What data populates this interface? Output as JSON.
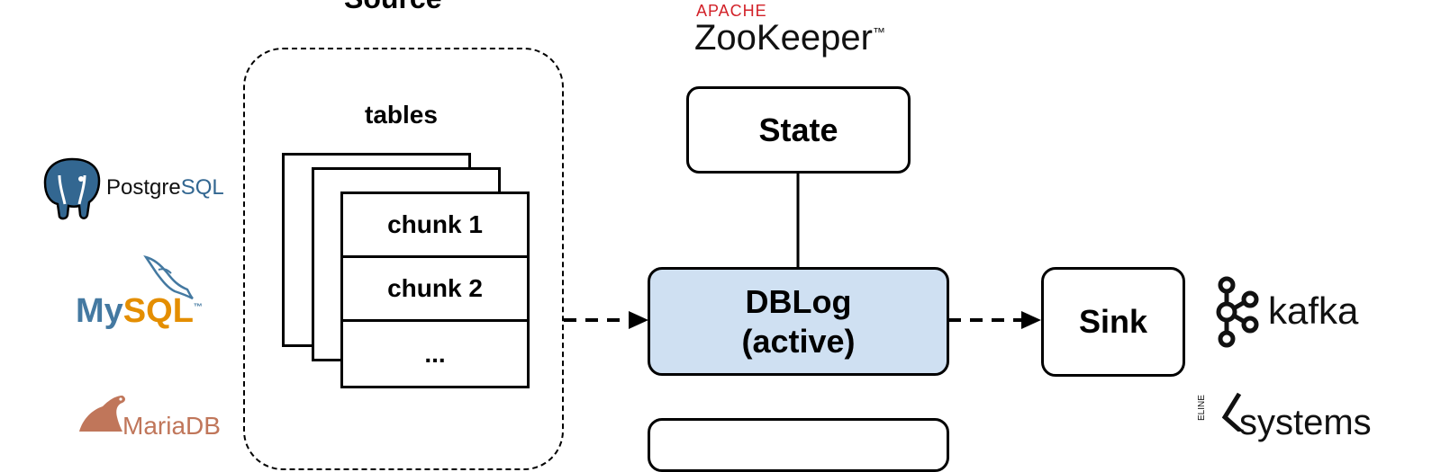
{
  "source": {
    "title": "Source",
    "tables_label": "tables",
    "chunks": [
      "chunk 1",
      "chunk 2",
      "..."
    ]
  },
  "zookeeper": {
    "brand_top": "APACHE",
    "brand_name": "ZooKeeper",
    "trademark": "™"
  },
  "state_box": {
    "label": "State"
  },
  "dblog_box": {
    "line1": "DBLog",
    "line2": "(active)",
    "fill": "#cfe0f2"
  },
  "sink_box": {
    "label": "Sink"
  },
  "databases": {
    "postgres": {
      "prefix": "Postgre",
      "suffix": "SQL"
    },
    "mysql": {
      "prefix": "My",
      "suffix": "SQL",
      "tm": "™"
    },
    "mariadb": {
      "name": "MariaDB"
    }
  },
  "sinks": {
    "kafka": "kafka",
    "pipeline": {
      "vertical": "ELINE",
      "name": "systems"
    }
  },
  "colors": {
    "postgres_blue": "#336791",
    "mysql_blue": "#4479a1",
    "mysql_orange": "#e48e00",
    "mariadb_brown": "#c0765a",
    "zookeeper_red": "#d22128",
    "pipeline_blue": "#1e88e5"
  }
}
